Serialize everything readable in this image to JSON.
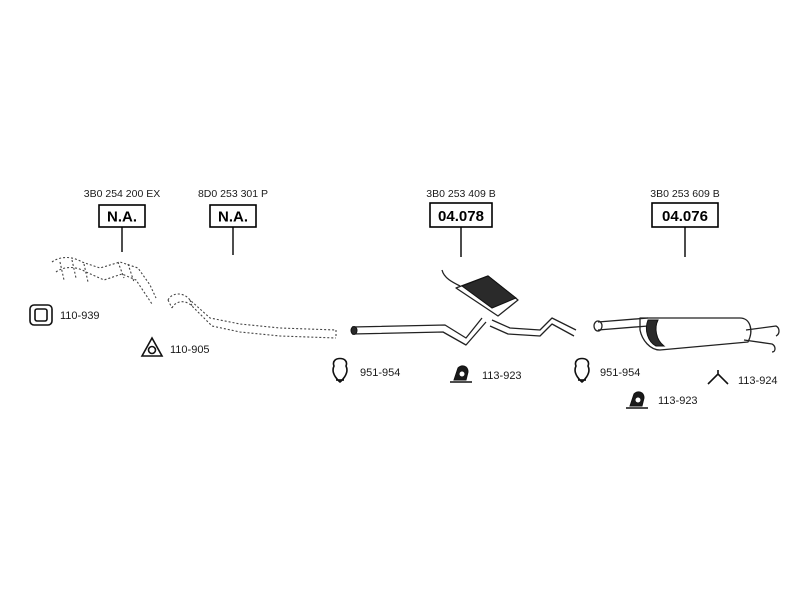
{
  "assemblies": [
    {
      "ref": "3B0 254 200 EX",
      "code": "N.A.",
      "component": "catalytic-converter"
    },
    {
      "ref": "8D0 253 301 P",
      "code": "N.A.",
      "component": "front-pipe"
    },
    {
      "ref": "3B0 253 409 B",
      "code": "04.078",
      "component": "middle-silencer"
    },
    {
      "ref": "3B0 253 609 B",
      "code": "04.076",
      "component": "rear-silencer"
    }
  ],
  "fittings": [
    {
      "code": "110-939",
      "icon": "gasket-icon"
    },
    {
      "code": "110-905",
      "icon": "flange-gasket-icon"
    },
    {
      "code": "951-954",
      "icon": "clamp-icon"
    },
    {
      "code": "113-923",
      "icon": "rubber-mount-icon"
    },
    {
      "code": "951-954",
      "icon": "clamp-icon"
    },
    {
      "code": "113-923",
      "icon": "rubber-mount-icon"
    },
    {
      "code": "113-924",
      "icon": "y-hanger-icon"
    }
  ]
}
